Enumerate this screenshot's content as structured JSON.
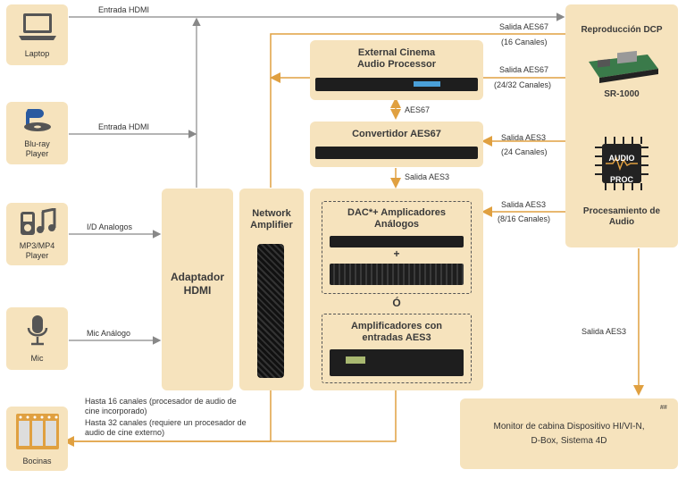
{
  "sources": {
    "laptop": "Laptop",
    "bluray": "Blu-ray\nPlayer",
    "mp3": "MP3/MP4\nPlayer",
    "mic": "Mic",
    "speakers": "Bocinas"
  },
  "links": {
    "hdmi_top": "Entrada HDMI",
    "hdmi_bluray": "Entrada HDMI",
    "analog_io": "I/D Analogos",
    "mic_analog": "Mic Análogo",
    "aes67_16": "Salida AES67",
    "aes67_16_ch": "(16 Canales)",
    "aes67_24": "Salida AES67",
    "aes67_24_ch": "(24/32 Canales)",
    "aes67_mid": "AES67",
    "aes3_24": "Salida AES3",
    "aes3_24_ch": "(24 Canales)",
    "aes3_conv": "Salida AES3",
    "aes3_816": "Salida AES3",
    "aes3_816_ch": "(8/16 Canales)",
    "aes3_monitor": "Salida AES3",
    "note_16": "Hasta 16 canales (procesador de audio de\ncine incorporado)",
    "note_32": "Hasta 32 canales (requiere un procesador de\naudio de cine externo)"
  },
  "blocks": {
    "hdmi_adapter": "Adaptador\nHDMI",
    "network_amp": "Network\nAmplifier",
    "ecap": "External Cinema\nAudio Processor",
    "converter": "Convertidor AES67",
    "dac": "DAC*+ Amplicadores\nAnálogos",
    "plus": "+",
    "or": "Ó",
    "aes3_amps": "Amplificadores con\nentradas AES3",
    "dcp_title": "Reproducción DCP",
    "dcp_model": "SR-1000",
    "audio_proc_chip": "AUDIO\nPROC",
    "audio_proc": "Procesamiento de\nAudio",
    "monitor": "Monitor de cabina Dispositivo HI/VI-N,\nD-Box, Sistema 4D",
    "monitor_mark": "##"
  },
  "colors": {
    "box": "#f6e3bd",
    "orange_line": "#e0a040",
    "gray_line": "#888888"
  }
}
